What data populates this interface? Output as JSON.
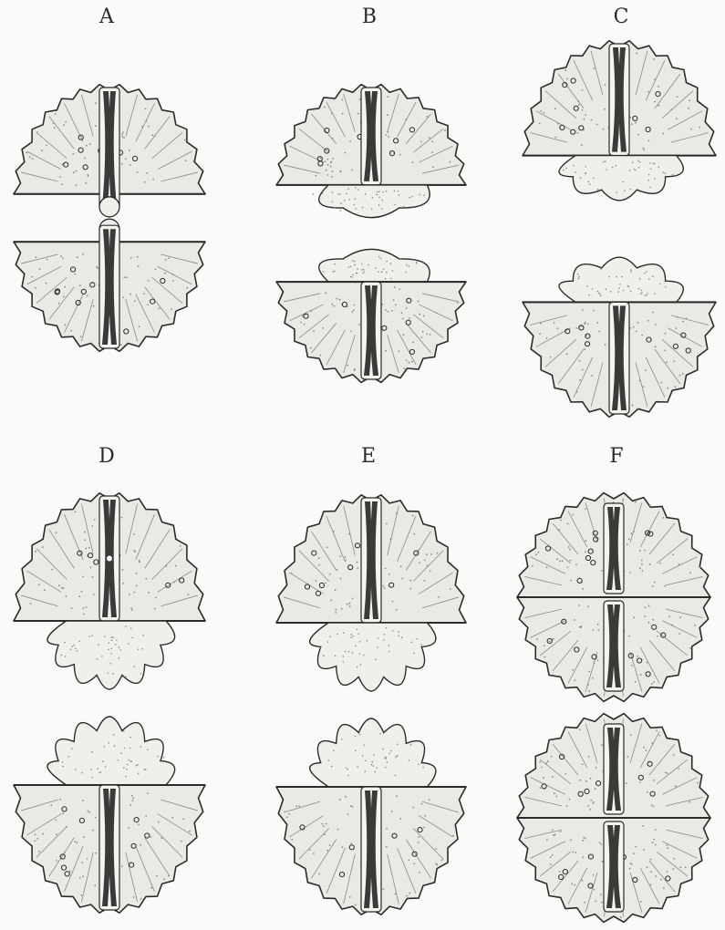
{
  "figure": {
    "panels": [
      {
        "id": "a",
        "label": "A",
        "top_lobe": "none",
        "bottom_lobe": "none",
        "top_center": "solid",
        "bottom_center": "solid"
      },
      {
        "id": "b",
        "label": "B",
        "top_lobe": "small",
        "bottom_lobe": "small",
        "top_center": "solid",
        "bottom_center": "solid"
      },
      {
        "id": "c",
        "label": "C",
        "top_lobe": "medium",
        "bottom_lobe": "medium",
        "top_center": "solid",
        "bottom_center": "solid"
      },
      {
        "id": "d",
        "label": "D",
        "top_lobe": "large",
        "bottom_lobe": "large",
        "top_center": "split",
        "bottom_center": "solid"
      },
      {
        "id": "e",
        "label": "E",
        "top_lobe": "large",
        "bottom_lobe": "large",
        "top_center": "solid",
        "bottom_center": "solid"
      },
      {
        "id": "f",
        "label": "F",
        "top_lobe": "full",
        "bottom_lobe": "full",
        "top_center": "solid",
        "bottom_center": "solid"
      }
    ],
    "colors": {
      "ink": "#2b2b2b",
      "stipple": "#8a8a86",
      "fill": "#e9e9e5",
      "dark": "#3a3a38",
      "background": "#fafaf8"
    }
  }
}
